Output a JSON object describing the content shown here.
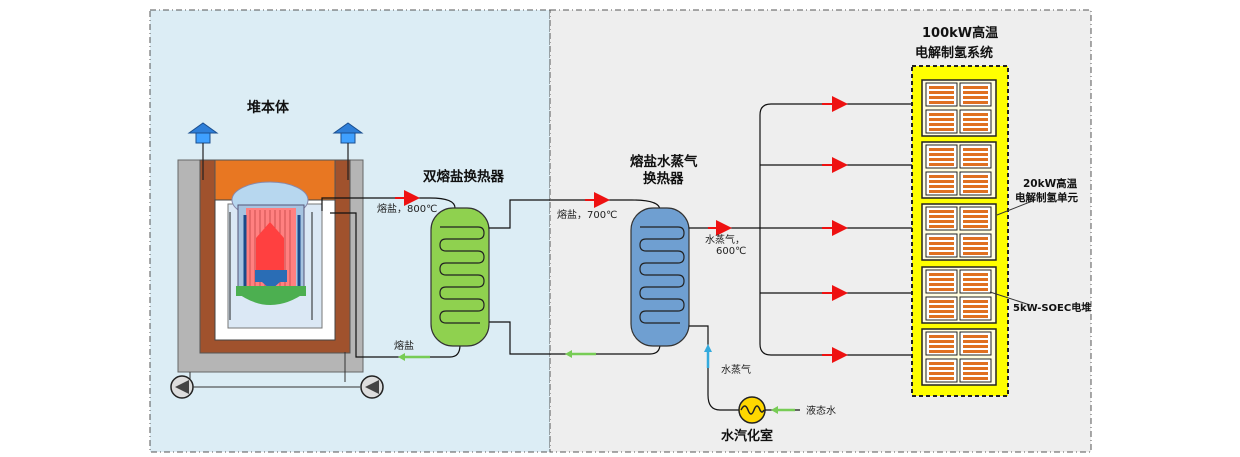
{
  "labels": {
    "reactor_body": "堆本体",
    "dual_hx": "双熔盐换热器",
    "steam_hx_line1": "熔盐水蒸气",
    "steam_hx_line2": "换热器",
    "system_line1": "100kW高温",
    "system_line2": "电解制氢系统",
    "unit_line1": "20kW高温",
    "unit_line2": "电解制氢单元",
    "stack": "5kW-SOEC电堆",
    "salt_800": "熔盐，800℃",
    "salt_700": "熔盐，700℃",
    "steam_600_line1": "水蒸气，",
    "steam_600_line2": "600℃",
    "salt_return": "熔盐",
    "steam": "水蒸气",
    "liquid_water": "液态水",
    "vaporizer": "水汽化室"
  },
  "colors": {
    "reactor_zone_bg": "#dcedf5",
    "process_zone_bg": "#eeeeee",
    "hx_green": "#8fd14f",
    "hx_blue": "#6f9fd1",
    "system_yellow": "#ffff00",
    "stack_orange": "#e07020",
    "hot_arrow": "#ee1111",
    "cold_arrow": "#77cc55",
    "steam_arrow": "#33aadd",
    "reactor_orange": "#e87722",
    "reactor_brown": "#a0522d"
  },
  "icons": {
    "exhaust": "blue-house-arrow-icon",
    "pump": "pump-icon",
    "vaporizer": "heater-coil-icon"
  }
}
